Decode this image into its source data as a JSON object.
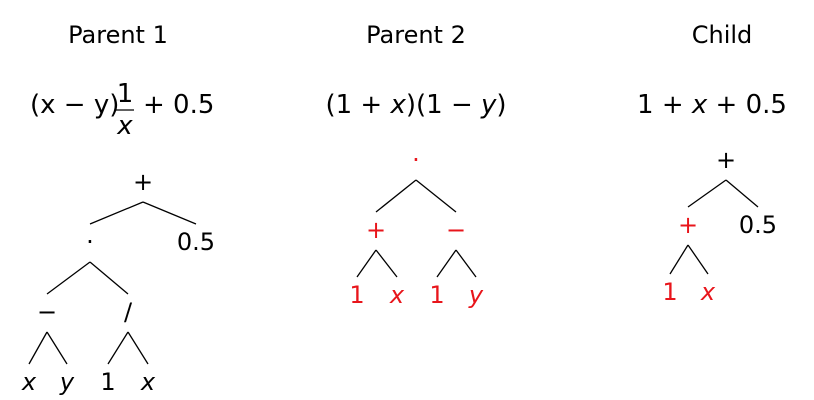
{
  "colors": {
    "normal": "#000000",
    "highlight": "#e8151b"
  },
  "panels": [
    {
      "id": "parent1",
      "title": "Parent 1",
      "formula": {
        "before": "(x − y)",
        "numerator": "1",
        "denominator": "x",
        "after": "+ 0.5"
      },
      "nodes": [
        {
          "id": "p1-plus",
          "label": "+",
          "italic": false,
          "highlight": false
        },
        {
          "id": "p1-dot",
          "label": "·",
          "italic": false,
          "highlight": false
        },
        {
          "id": "p1-half",
          "label": "0.5",
          "italic": false,
          "highlight": false
        },
        {
          "id": "p1-minus",
          "label": "−",
          "italic": false,
          "highlight": false
        },
        {
          "id": "p1-div",
          "label": "/",
          "italic": false,
          "highlight": false
        },
        {
          "id": "p1-x1",
          "label": "x",
          "italic": true,
          "highlight": false
        },
        {
          "id": "p1-y",
          "label": "y",
          "italic": true,
          "highlight": false
        },
        {
          "id": "p1-one",
          "label": "1",
          "italic": false,
          "highlight": false
        },
        {
          "id": "p1-x2",
          "label": "x",
          "italic": true,
          "highlight": false
        }
      ],
      "edges": [
        {
          "from": "p1-plus",
          "to": "p1-dot",
          "highlight": false
        },
        {
          "from": "p1-plus",
          "to": "p1-half",
          "highlight": false
        },
        {
          "from": "p1-dot",
          "to": "p1-minus",
          "highlight": false
        },
        {
          "from": "p1-dot",
          "to": "p1-div",
          "highlight": false
        },
        {
          "from": "p1-minus",
          "to": "p1-x1",
          "highlight": false
        },
        {
          "from": "p1-minus",
          "to": "p1-y",
          "highlight": false
        },
        {
          "from": "p1-div",
          "to": "p1-one",
          "highlight": false
        },
        {
          "from": "p1-div",
          "to": "p1-x2",
          "highlight": false
        }
      ]
    },
    {
      "id": "parent2",
      "title": "Parent 2",
      "formula": {
        "parts": [
          {
            "t": "(1 + ",
            "i": false
          },
          {
            "t": "x",
            "i": true
          },
          {
            "t": ")(1 − ",
            "i": false
          },
          {
            "t": "y",
            "i": true
          },
          {
            "t": ")",
            "i": false
          }
        ]
      },
      "nodes": [
        {
          "id": "p2-dot",
          "label": "·",
          "italic": false,
          "highlight": true
        },
        {
          "id": "p2-plus",
          "label": "+",
          "italic": false,
          "highlight": true
        },
        {
          "id": "p2-minus",
          "label": "−",
          "italic": false,
          "highlight": true
        },
        {
          "id": "p2-one1",
          "label": "1",
          "italic": false,
          "highlight": true
        },
        {
          "id": "p2-x",
          "label": "x",
          "italic": true,
          "highlight": true
        },
        {
          "id": "p2-one2",
          "label": "1",
          "italic": false,
          "highlight": true
        },
        {
          "id": "p2-y",
          "label": "y",
          "italic": true,
          "highlight": true
        }
      ],
      "edges": [
        {
          "from": "p2-dot",
          "to": "p2-plus",
          "highlight": false
        },
        {
          "from": "p2-dot",
          "to": "p2-minus",
          "highlight": false
        },
        {
          "from": "p2-plus",
          "to": "p2-one1",
          "highlight": false
        },
        {
          "from": "p2-plus",
          "to": "p2-x",
          "highlight": false
        },
        {
          "from": "p2-minus",
          "to": "p2-one2",
          "highlight": false
        },
        {
          "from": "p2-minus",
          "to": "p2-y",
          "highlight": false
        }
      ]
    },
    {
      "id": "child",
      "title": "Child",
      "formula": {
        "parts": [
          {
            "t": "1 + ",
            "i": false
          },
          {
            "t": "x",
            "i": true
          },
          {
            "t": " + 0.5",
            "i": false
          }
        ]
      },
      "nodes": [
        {
          "id": "c-plus",
          "label": "+",
          "italic": false,
          "highlight": false
        },
        {
          "id": "c-plus2",
          "label": "+",
          "italic": false,
          "highlight": true
        },
        {
          "id": "c-half",
          "label": "0.5",
          "italic": false,
          "highlight": false
        },
        {
          "id": "c-one",
          "label": "1",
          "italic": false,
          "highlight": true
        },
        {
          "id": "c-x",
          "label": "x",
          "italic": true,
          "highlight": true
        }
      ],
      "edges": [
        {
          "from": "c-plus",
          "to": "c-plus2",
          "highlight": false
        },
        {
          "from": "c-plus",
          "to": "c-half",
          "highlight": false
        },
        {
          "from": "c-plus2",
          "to": "c-one",
          "highlight": false
        },
        {
          "from": "c-plus2",
          "to": "c-x",
          "highlight": false
        }
      ]
    }
  ]
}
